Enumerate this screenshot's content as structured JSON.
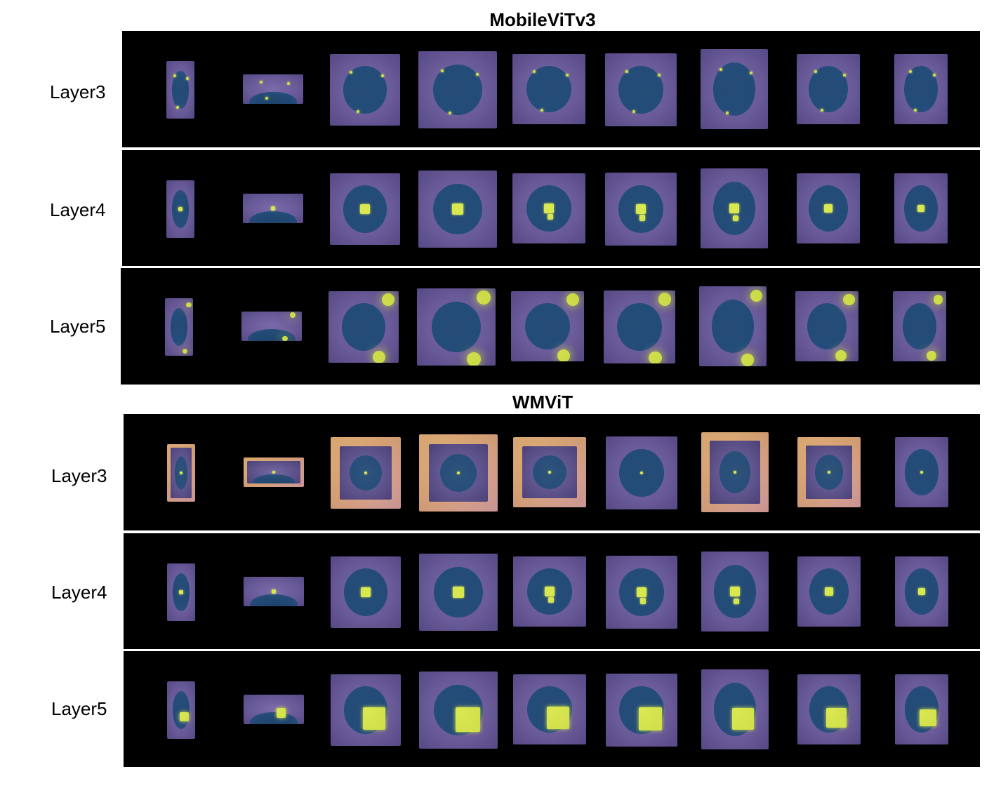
{
  "sections": [
    {
      "title": "MobileViTv3",
      "rows": [
        {
          "label": "Layer3",
          "pattern": "dots"
        },
        {
          "label": "Layer4",
          "pattern": "center"
        },
        {
          "label": "Layer5",
          "pattern": "corners"
        }
      ]
    },
    {
      "title": "WMViT",
      "rows": [
        {
          "label": "Layer3",
          "pattern": "frame"
        },
        {
          "label": "Layer4",
          "pattern": "center"
        },
        {
          "label": "Layer5",
          "pattern": "block"
        }
      ]
    }
  ],
  "colors": {
    "background": "#000000",
    "cell_base": "#6a5a9c",
    "nucleus": "#1f4a7a",
    "hotspot": "#d8e84a",
    "frame": "#e0a878"
  },
  "cells_per_row": 9
}
